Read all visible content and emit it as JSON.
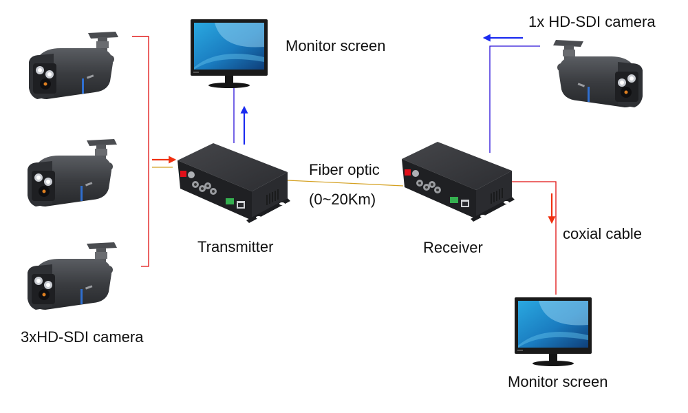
{
  "diagram": {
    "title": "HD-SDI fiber optic transmission system",
    "colors": {
      "background": "#ffffff",
      "coax_line": "#e01010",
      "coax_arrow": "#f03010",
      "video_line": "#2a10d8",
      "video_arrow": "#1a2af0",
      "fiber_line": "#d4a020",
      "device_body": "#2b2c30",
      "device_top": "#38393d",
      "connector_red": "#e0101a",
      "screen_blue": "#1b8fcf",
      "screen_light": "#8fd0f0",
      "bezel": "#1a1a1a"
    },
    "labels": {
      "monitor_top": "Monitor screen",
      "monitor_bottom": "Monitor screen",
      "camera_right": "1x HD-SDI camera",
      "cameras_left": "3xHD-SDI camera",
      "transmitter": "Transmitter",
      "receiver": "Receiver",
      "fiber": "Fiber optic",
      "fiber_range": "(0~20Km)",
      "coax": "coxial cable"
    },
    "nodes": [
      {
        "id": "camera-1",
        "type": "camera",
        "group": "3xHD-SDI camera"
      },
      {
        "id": "camera-2",
        "type": "camera",
        "group": "3xHD-SDI camera"
      },
      {
        "id": "camera-3",
        "type": "camera",
        "group": "3xHD-SDI camera"
      },
      {
        "id": "transmitter",
        "type": "fiber-optic-transmitter",
        "label": "Transmitter"
      },
      {
        "id": "monitor-top",
        "type": "monitor",
        "label": "Monitor screen"
      },
      {
        "id": "receiver",
        "type": "fiber-optic-receiver",
        "label": "Receiver"
      },
      {
        "id": "camera-right",
        "type": "camera",
        "label": "1x HD-SDI camera"
      },
      {
        "id": "monitor-bottom",
        "type": "monitor",
        "label": "Monitor screen"
      }
    ],
    "edges": [
      {
        "from": "camera-1",
        "to": "transmitter",
        "medium": "coaxial",
        "color": "red"
      },
      {
        "from": "camera-2",
        "to": "transmitter",
        "medium": "coaxial",
        "color": "red"
      },
      {
        "from": "camera-3",
        "to": "transmitter",
        "medium": "coaxial",
        "color": "red"
      },
      {
        "from": "transmitter",
        "to": "receiver",
        "medium": "fiber optic",
        "label": "Fiber optic (0~20Km)",
        "color": "yellow"
      },
      {
        "from": "receiver",
        "to": "monitor-bottom",
        "medium": "coaxial",
        "label": "coxial cable",
        "color": "red"
      },
      {
        "from": "camera-right",
        "to": "receiver",
        "medium": "video",
        "color": "blue"
      },
      {
        "from": "transmitter",
        "to": "monitor-top",
        "medium": "video",
        "color": "blue"
      }
    ],
    "arrows": [
      {
        "id": "arrow-into-transmitter",
        "direction": "right",
        "color": "red"
      },
      {
        "id": "arrow-to-top-monitor",
        "direction": "up",
        "color": "blue"
      },
      {
        "id": "arrow-from-right-camera",
        "direction": "left",
        "color": "blue"
      },
      {
        "id": "arrow-to-bottom-monitor",
        "direction": "down",
        "color": "red"
      }
    ]
  }
}
